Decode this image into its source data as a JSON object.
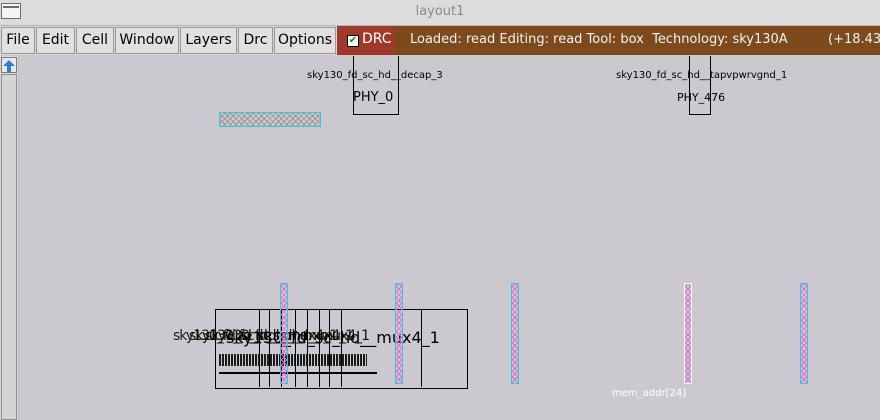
{
  "window": {
    "title": "layout1"
  },
  "menu": {
    "file": "File",
    "edit": "Edit",
    "cell": "Cell",
    "window": "Window",
    "layers": "Layers",
    "drc": "Drc",
    "options": "Options"
  },
  "drc_toggle": {
    "label": "DRC",
    "checked": true
  },
  "status": {
    "text": "Loaded: read Editing: read Tool: box  Technology: sky130A",
    "coords": "(+18.43"
  },
  "layout": {
    "cells": [
      {
        "cell_name": "sky130_fd_sc_hd__decap_3",
        "instance": "PHY_0"
      },
      {
        "cell_name": "sky130_fd_sc_hd__tapvpwrvgnd_1",
        "instance": "PHY_476"
      }
    ],
    "overlapping_label": "sky130_fd_sc_hd__mux4_1",
    "net_label": "mem_addr[24]"
  },
  "colors": {
    "drc_background": "#a0392c",
    "status_background": "#7d4a1d",
    "canvas_background": "#cbc8cf",
    "metal_outline": "#39c5d8",
    "metal_fill": "#e06bd7"
  }
}
